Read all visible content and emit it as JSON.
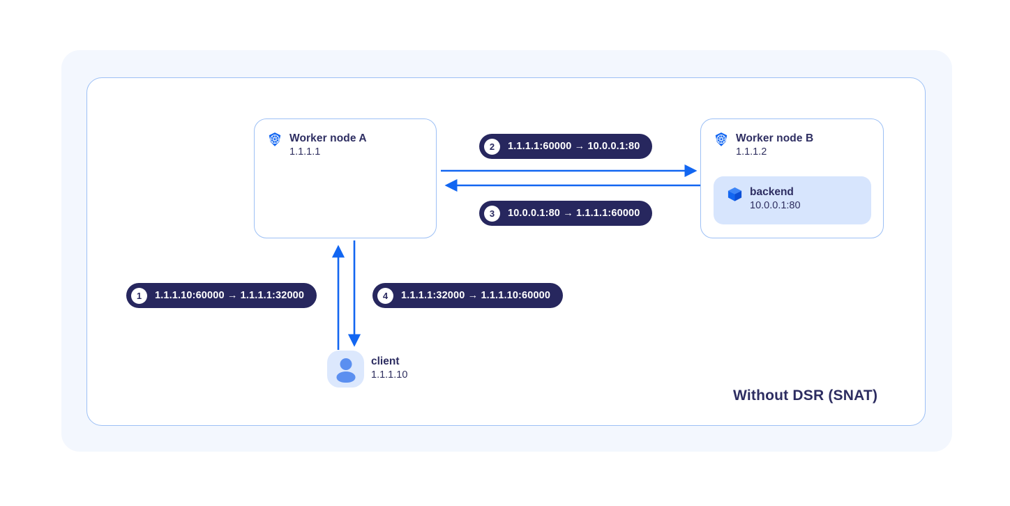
{
  "diagram": {
    "caption": "Without DSR (SNAT)",
    "accent_blue": "#1266f1",
    "badge_navy": "#27275e",
    "panel_bg": "#f3f7fe",
    "card_border": "#9dc0f5",
    "pod_bg": "#d7e5fd"
  },
  "nodes": {
    "worker_a": {
      "title": "Worker node A",
      "ip": "1.1.1.1",
      "icon": "kubernetes-icon"
    },
    "worker_b": {
      "title": "Worker node B",
      "ip": "1.1.1.2",
      "icon": "kubernetes-icon",
      "pod": {
        "title": "backend",
        "ip": "10.0.0.1:80",
        "icon": "cube-icon"
      }
    },
    "client": {
      "title": "client",
      "ip": "1.1.1.10",
      "icon": "user-avatar-icon"
    }
  },
  "flows": [
    {
      "number": "1",
      "text": "1.1.1.10:60000 → 1.1.1.1:32000"
    },
    {
      "number": "2",
      "text": "1.1.1.1:60000 → 10.0.0.1:80"
    },
    {
      "number": "3",
      "text": "10.0.0.1:80 → 1.1.1.1:60000"
    },
    {
      "number": "4",
      "text": "1.1.1.1:32000 → 1.1.1.10:60000"
    }
  ]
}
